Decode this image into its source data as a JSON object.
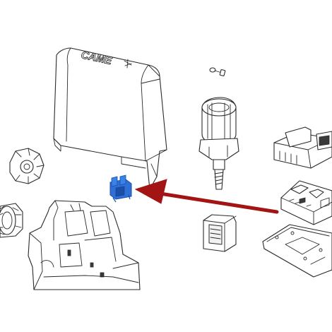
{
  "diagram": {
    "brand_label": "CAME",
    "colors": {
      "highlight": "#2f6fd6",
      "highlight_dark": "#1a4fa8",
      "arrow": "#a31515",
      "line": "#2a2a2a",
      "background": "#ffffff"
    },
    "parts": [
      {
        "name": "cover",
        "highlighted": false
      },
      {
        "name": "screw",
        "highlighted": false
      },
      {
        "name": "motor",
        "highlighted": false
      },
      {
        "name": "terminal-board",
        "highlighted": false
      },
      {
        "name": "gear-hub",
        "highlighted": false
      },
      {
        "name": "connector",
        "highlighted": true
      },
      {
        "name": "pinion-gear",
        "highlighted": false
      },
      {
        "name": "base-housing",
        "highlighted": false
      },
      {
        "name": "control-board",
        "highlighted": false
      },
      {
        "name": "transformer",
        "highlighted": false
      },
      {
        "name": "board-mount-plate",
        "highlighted": false
      }
    ]
  }
}
